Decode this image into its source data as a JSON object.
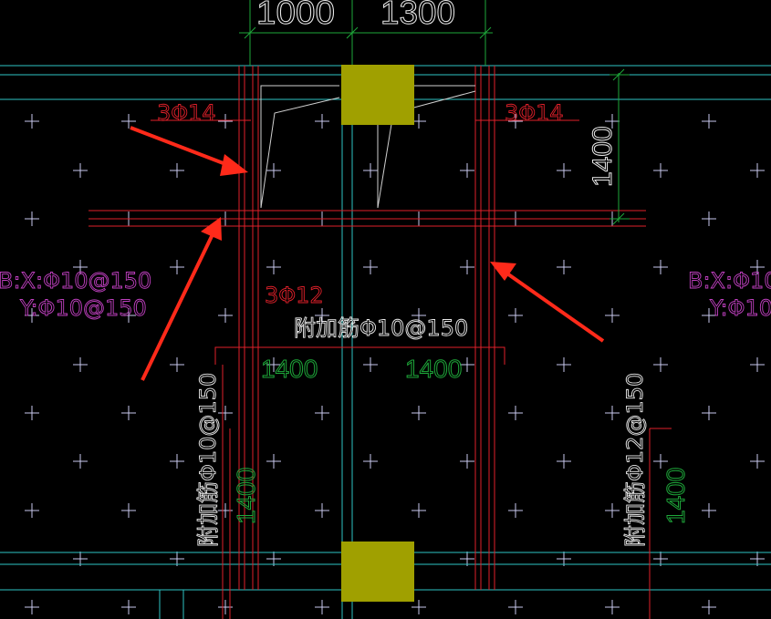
{
  "drawing": {
    "top_dims": [
      "1000",
      "1300"
    ],
    "rebar_left": "3Φ14",
    "rebar_right": "3Φ14",
    "rebar_mid": "3Φ12",
    "dim_vertical_right": "1400",
    "slab_left_b": "B:X:Φ10@150",
    "slab_left_y": "Y:Φ10@150",
    "slab_right_b": "B:X:Φ10",
    "slab_right_y": "Y:Φ10",
    "center_note": "附加筋Φ10@150",
    "dim_h_left": "1400",
    "dim_h_right": "1400",
    "left_vertical_note": "附加筋Φ10@150",
    "left_vertical_dim": "1400",
    "right_vertical_note": "附加筋Φ12@150",
    "right_vertical_dim": "1400"
  },
  "colors": {
    "background": "#000000",
    "grid_cross": "#c9c9ee",
    "cyan": "#2ec4c4",
    "red": "#e0202a",
    "green": "#1ea83a",
    "magenta": "#c040c0",
    "yellow_column": "#a0a000",
    "white": "#e8e8e8",
    "arrow": "#ff2a1a"
  }
}
